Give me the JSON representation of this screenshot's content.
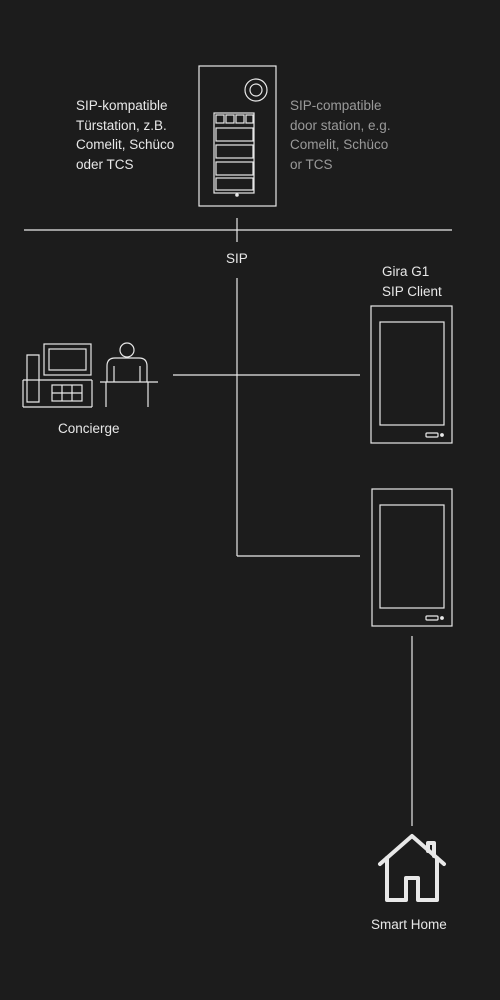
{
  "labels": {
    "door_station_de": [
      "SIP-kompatible",
      "Türstation, z.B.",
      "Comelit, Schüco",
      "oder TCS"
    ],
    "door_station_en": [
      "SIP-compatible",
      "door station, e.g.",
      "Comelit, Schüco",
      "or TCS"
    ],
    "sip": "SIP",
    "gira_g1": [
      "Gira G1",
      "SIP Client"
    ],
    "concierge": "Concierge",
    "smart_home": "Smart Home"
  },
  "colors": {
    "background": "#1c1c1c",
    "line": "#e8e8e8",
    "secondary_text": "#9a9a9a"
  },
  "icons": [
    "door-station-icon",
    "concierge-desk-icon",
    "gira-g1-panel-icon",
    "house-icon"
  ]
}
